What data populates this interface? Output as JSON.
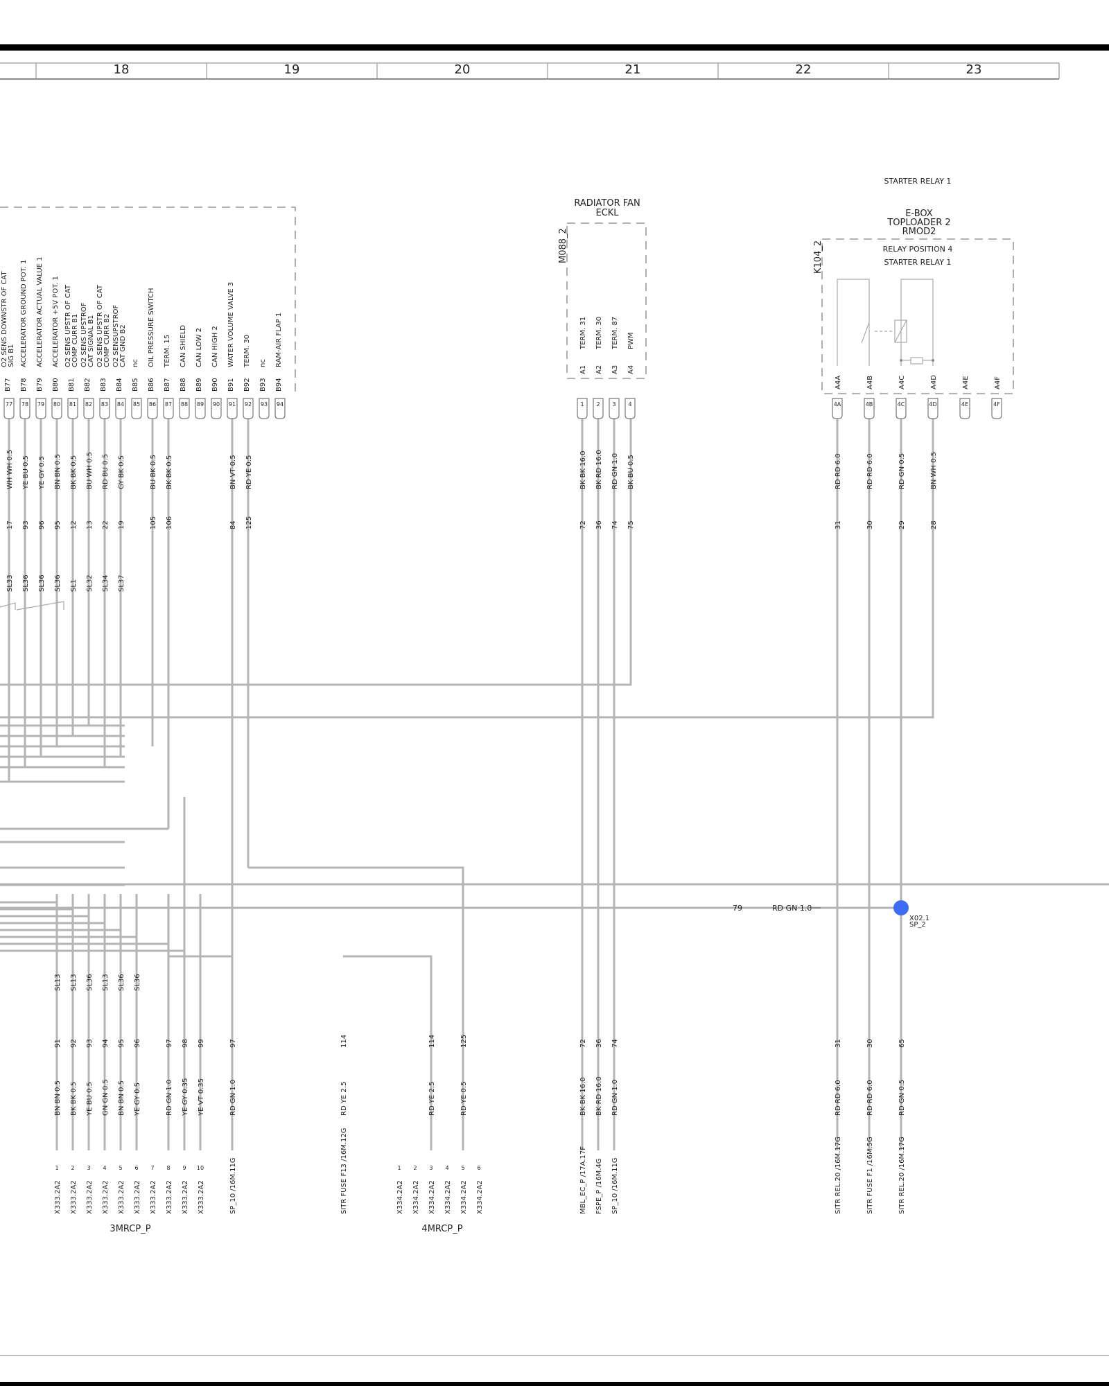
{
  "columns": [
    "18",
    "19",
    "20",
    "21",
    "22",
    "23"
  ],
  "ecu_pins": [
    {
      "id": "B77",
      "num": "77",
      "label": "O2 SENS DOWNSTR OF CAT / SIG B1",
      "wire": "WH WH 0.5",
      "wire_no": "17",
      "splice": "SL33"
    },
    {
      "id": "B78",
      "num": "78",
      "label": "ACCELERATOR GROUND POT. 1",
      "wire": "YE BU 0.5",
      "wire_no": "93",
      "splice": "SL36"
    },
    {
      "id": "B79",
      "num": "79",
      "label": "ACCELERATOR ACTUAL VALUE 1",
      "wire": "YE GY 0.5",
      "wire_no": "96",
      "splice": "SL36"
    },
    {
      "id": "B80",
      "num": "80",
      "label": "ACCELERATOR +5V POT. 1",
      "wire": "BN BN 0.5",
      "wire_no": "95",
      "splice": "SL36"
    },
    {
      "id": "B81",
      "num": "81",
      "label": "O2 SENS UPSTR OF CAT / COMP CURR B1",
      "wire": "BK BK 0.5",
      "wire_no": "12",
      "splice": "SL1"
    },
    {
      "id": "B82",
      "num": "82",
      "label": "O2 SENS UPSTROF / CAT SIGNAL B1",
      "wire": "BU WH 0.5",
      "wire_no": "13",
      "splice": "SL32"
    },
    {
      "id": "B83",
      "num": "83",
      "label": "O2 SENS UPSTR OF CAT / COMP CURR B2",
      "wire": "RD BU 0.5",
      "wire_no": "22",
      "splice": "SL34"
    },
    {
      "id": "B84",
      "num": "84",
      "label": "O2 SENSUPSTROF / CAT GND B2",
      "wire": "GY BK 0.5",
      "wire_no": "19",
      "splice": "SL37"
    },
    {
      "id": "B85",
      "num": "85",
      "label": "nc",
      "wire": "",
      "wire_no": "",
      "splice": ""
    },
    {
      "id": "B86",
      "num": "86",
      "label": "OIL PRESSURE SWITCH",
      "wire": "BU BK 0.5",
      "wire_no": "105",
      "splice": ""
    },
    {
      "id": "B87",
      "num": "87",
      "label": "TERM. 15",
      "wire": "BK BK 0.5",
      "wire_no": "106",
      "splice": ""
    },
    {
      "id": "B88",
      "num": "88",
      "label": "CAN SHIELD",
      "wire": "",
      "wire_no": "",
      "splice": ""
    },
    {
      "id": "B89",
      "num": "89",
      "label": "CAN LOW 2",
      "wire": "",
      "wire_no": "",
      "splice": ""
    },
    {
      "id": "B90",
      "num": "90",
      "label": "CAN HIGH 2",
      "wire": "",
      "wire_no": "",
      "splice": ""
    },
    {
      "id": "B91",
      "num": "91",
      "label": "WATER VOLUME VALVE 3",
      "wire": "BN VT 0.5",
      "wire_no": "84",
      "splice": ""
    },
    {
      "id": "B92",
      "num": "92",
      "label": "TERM. 30",
      "wire": "RD YE 0.5",
      "wire_no": "125",
      "splice": ""
    },
    {
      "id": "B93",
      "num": "93",
      "label": "nc",
      "wire": "",
      "wire_no": "",
      "splice": ""
    },
    {
      "id": "B94",
      "num": "94",
      "label": "RAM-AIR FLAP 1",
      "wire": "",
      "wire_no": "",
      "splice": ""
    }
  ],
  "radiator_fan": {
    "title_1": "RADIATOR FAN",
    "title_2": "ECKL",
    "ref": "M088_2",
    "pins": [
      {
        "id": "A1",
        "num": "1",
        "label": "TERM. 31",
        "wire": "BK BK 16.0",
        "wire_no": "72"
      },
      {
        "id": "A2",
        "num": "2",
        "label": "TERM. 30",
        "wire": "BK RD 16.0",
        "wire_no": "36"
      },
      {
        "id": "A3",
        "num": "3",
        "label": "TERM. 87",
        "wire": "RD GN 1.0",
        "wire_no": "74"
      },
      {
        "id": "A4",
        "num": "4",
        "label": "PWM",
        "wire": "BK BU 0.5",
        "wire_no": "75"
      }
    ]
  },
  "ebox": {
    "header": "STARTER RELAY 1",
    "title_1": "E-BOX",
    "title_2": "TOPLOADER 2",
    "title_3": "RMOD2",
    "ref": "K104_2",
    "sub_1": "RELAY POSITION 4",
    "sub_2": "STARTER RELAY 1",
    "pins": [
      {
        "id": "A4A",
        "num": "4A",
        "wire": "RD RD 6.0",
        "wire_no": "31"
      },
      {
        "id": "A4B",
        "num": "4B",
        "wire": "RD RD 6.0",
        "wire_no": "30"
      },
      {
        "id": "A4C",
        "num": "4C",
        "wire": "RD GN 0.5",
        "wire_no": "29"
      },
      {
        "id": "A4D",
        "num": "4D",
        "wire": "BN WH 0.5",
        "wire_no": "28"
      },
      {
        "id": "A4E",
        "num": "4E",
        "wire": "",
        "wire_no": ""
      },
      {
        "id": "A4F",
        "num": "4F",
        "wire": "",
        "wire_no": ""
      }
    ]
  },
  "splice_point": {
    "wire_no": "79",
    "wire": "RD GN 1.0",
    "label_1": "X02.1",
    "label_2": "SP_2"
  },
  "lower_splices": [
    "SL13",
    "SL13",
    "SL36",
    "SL13",
    "SL36",
    "SL36"
  ],
  "bottom_wires": [
    {
      "wire_no": "91",
      "wire": "BN BN 0.5",
      "pin": "1",
      "conn": "X333.2A2"
    },
    {
      "wire_no": "92",
      "wire": "BK BK 0.5",
      "pin": "2",
      "conn": "X333.2A2"
    },
    {
      "wire_no": "93",
      "wire": "YE BU 0.5",
      "pin": "3",
      "conn": "X333.2A2"
    },
    {
      "wire_no": "94",
      "wire": "GN GN 0.5",
      "pin": "4",
      "conn": "X333.2A2"
    },
    {
      "wire_no": "95",
      "wire": "BN BN 0.5",
      "pin": "5",
      "conn": "X333.2A2"
    },
    {
      "wire_no": "96",
      "wire": "YE GY 0.5",
      "pin": "6",
      "conn": "X333.2A2"
    },
    {
      "wire_no": "97",
      "wire": "RD GN 1.0",
      "pin": "8",
      "conn": "X333.2A2"
    },
    {
      "wire_no": "98",
      "wire": "YE GY 0.35",
      "pin": "9",
      "conn": "X333.2A2"
    },
    {
      "wire_no": "99",
      "wire": "YE VT 0.35",
      "pin": "10",
      "conn": "X333.2A2"
    },
    {
      "wire_no": "97",
      "wire": "RD GN 1.0",
      "pin": "",
      "conn": "SP_10  /16M.11G"
    },
    {
      "wire_no": "114",
      "wire": "RD YE 2.5",
      "pin": "",
      "conn": "SITR FUSE F13  /16M.12G"
    },
    {
      "wire_no": "114",
      "wire": "RD YE 2.5",
      "pin": "3",
      "conn": "X334.2A2"
    },
    {
      "wire_no": "125",
      "wire": "RD YE 0.5",
      "pin": "5",
      "conn": "X334.2A2"
    },
    {
      "wire_no": "72",
      "wire": "BK BK 16.0",
      "pin": "",
      "conn": "MBL_EC_P  /17A.17F"
    },
    {
      "wire_no": "36",
      "wire": "BK RD 16.0",
      "pin": "",
      "conn": "FSPE_P   /16M.4G"
    },
    {
      "wire_no": "74",
      "wire": "RD GN 1.0",
      "pin": "",
      "conn": "SP_10  /16M.11G"
    },
    {
      "wire_no": "31",
      "wire": "RD RD 6.0",
      "pin": "",
      "conn": "SITR REL.20  /16M.17G"
    },
    {
      "wire_no": "30",
      "wire": "RD RD 6.0",
      "pin": "",
      "conn": "SITR FUSE F1   /16M.5G"
    },
    {
      "wire_no": "65",
      "wire": "RD GN 0.5",
      "pin": "",
      "conn": "SITR REL.20  /16M.17G"
    }
  ],
  "extra_pins": [
    {
      "num": "7",
      "conn": "X333.2A2"
    },
    {
      "num": "1",
      "conn": "X334.2A2"
    },
    {
      "num": "2",
      "conn": "X334.2A2"
    },
    {
      "num": "4",
      "conn": "X334.2A2"
    },
    {
      "num": "6",
      "conn": "X334.2A2"
    }
  ],
  "connector_groups": [
    "3MRCP_P",
    "4MRCP_P"
  ]
}
